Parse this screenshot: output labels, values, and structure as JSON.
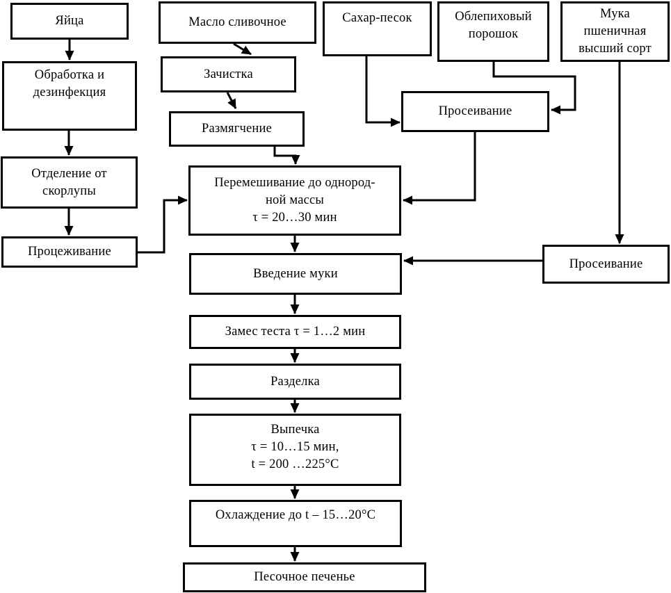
{
  "diagram": {
    "kind": "flowchart",
    "language": "ru",
    "subject": "Technological scheme of shortbread cookie production",
    "colors": {
      "line": "#000000",
      "background": "#ffffff",
      "text": "#000000"
    },
    "nodes": {
      "eggs": {
        "lines": [
          "Яйца"
        ]
      },
      "processing": {
        "lines": [
          "Обработка и",
          "дезинфекция"
        ]
      },
      "shell_separation": {
        "lines": [
          "Отделение от",
          "скорлупы"
        ]
      },
      "straining": {
        "lines": [
          "Процеживание"
        ]
      },
      "butter": {
        "lines": [
          "Масло сливочное"
        ]
      },
      "cleaning": {
        "lines": [
          "Зачистка"
        ]
      },
      "softening": {
        "lines": [
          "Размягчение"
        ]
      },
      "sugar": {
        "lines": [
          "Сахар-песок"
        ]
      },
      "sea_buckthorn": {
        "lines": [
          "Облепиховый",
          "порошок"
        ]
      },
      "flour": {
        "lines": [
          "Мука",
          "пшеничная",
          "высший сорт"
        ]
      },
      "sifting1": {
        "lines": [
          "Просеивание"
        ]
      },
      "sifting2": {
        "lines": [
          "Просеивание"
        ]
      },
      "mixing": {
        "lines": [
          "Перемешивание до однород-",
          "ной массы",
          "τ = 20…30 мин"
        ]
      },
      "flour_addition": {
        "lines": [
          "Введение муки"
        ]
      },
      "kneading": {
        "lines": [
          "Замес теста τ = 1…2 мин"
        ]
      },
      "shaping": {
        "lines": [
          "Разделка"
        ]
      },
      "baking": {
        "lines": [
          "Выпечка",
          "τ = 10…15 мин,",
          "t = 200 …225°С"
        ]
      },
      "cooling": {
        "lines": [
          "Охлаждение до t – 15…20°С"
        ]
      },
      "product": {
        "lines": [
          "Песочное печенье"
        ]
      }
    },
    "edges": [
      {
        "from": "eggs",
        "to": "processing"
      },
      {
        "from": "processing",
        "to": "shell_separation"
      },
      {
        "from": "shell_separation",
        "to": "straining"
      },
      {
        "from": "straining",
        "to": "mixing"
      },
      {
        "from": "butter",
        "to": "cleaning"
      },
      {
        "from": "cleaning",
        "to": "softening"
      },
      {
        "from": "softening",
        "to": "mixing"
      },
      {
        "from": "sugar",
        "to": "sifting1"
      },
      {
        "from": "sea_buckthorn",
        "to": "sifting1"
      },
      {
        "from": "sifting1",
        "to": "mixing"
      },
      {
        "from": "flour",
        "to": "sifting2"
      },
      {
        "from": "sifting2",
        "to": "flour_addition"
      },
      {
        "from": "mixing",
        "to": "flour_addition"
      },
      {
        "from": "flour_addition",
        "to": "kneading"
      },
      {
        "from": "kneading",
        "to": "shaping"
      },
      {
        "from": "shaping",
        "to": "baking"
      },
      {
        "from": "baking",
        "to": "cooling"
      },
      {
        "from": "cooling",
        "to": "product"
      }
    ]
  }
}
